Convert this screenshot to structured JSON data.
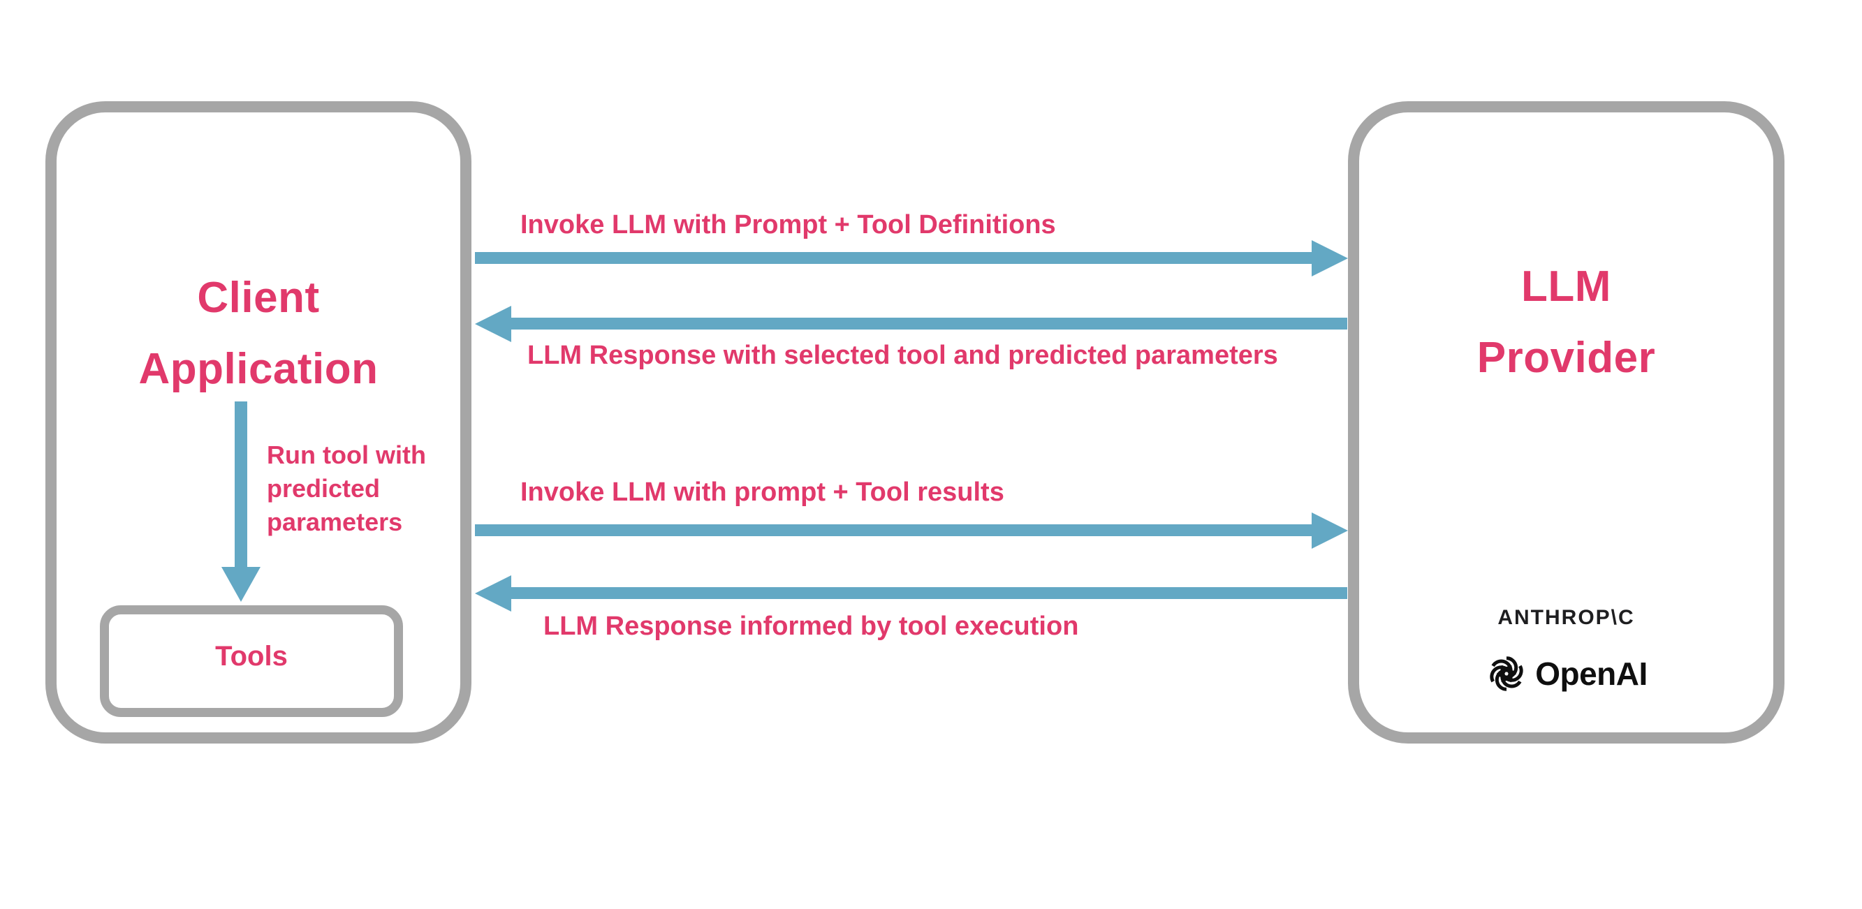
{
  "colors": {
    "accent_pink": "#E1396B",
    "arrow_blue": "#63A8C4",
    "border_gray": "#A6A6A6",
    "brand_black": "#1E1E20"
  },
  "client_box": {
    "title_lines": [
      "Client",
      "Application"
    ],
    "run_tool_label": "Run tool with\npredicted\nparameters",
    "tools_label": "Tools"
  },
  "provider_box": {
    "title_lines": [
      "LLM",
      "Provider"
    ],
    "brands": {
      "anthropic": "ANTHROP\\C",
      "openai": "OpenAI"
    }
  },
  "arrows": [
    {
      "label": "Invoke LLM with Prompt + Tool Definitions",
      "direction": "right",
      "from": "client",
      "to": "provider"
    },
    {
      "label": "LLM Response with selected tool and predicted parameters",
      "direction": "left",
      "from": "provider",
      "to": "client"
    },
    {
      "label": "Invoke LLM with prompt + Tool results",
      "direction": "right",
      "from": "client",
      "to": "provider"
    },
    {
      "label": "LLM Response informed by tool execution",
      "direction": "left",
      "from": "provider",
      "to": "client"
    },
    {
      "label": "Run tool with\npredicted\nparameters",
      "direction": "down",
      "from": "client",
      "to": "tools"
    }
  ]
}
